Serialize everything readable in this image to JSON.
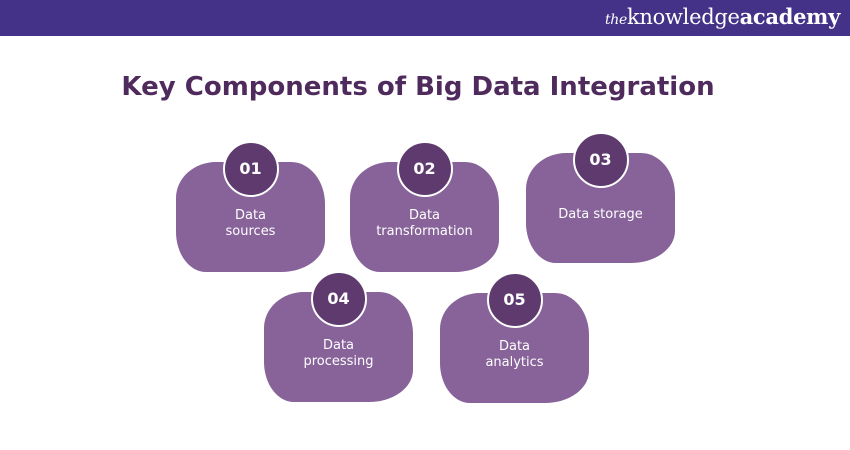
{
  "header": {
    "logo_prefix": "the",
    "logo_main": "knowledge",
    "logo_bold": "academy"
  },
  "title": "Key Components of Big Data Integration",
  "components": [
    {
      "number": "01",
      "label": "Data sources"
    },
    {
      "number": "02",
      "label": "Data transformation"
    },
    {
      "number": "03",
      "label": "Data storage"
    },
    {
      "number": "04",
      "label": "Data processing"
    },
    {
      "number": "05",
      "label": "Data analytics"
    }
  ]
}
